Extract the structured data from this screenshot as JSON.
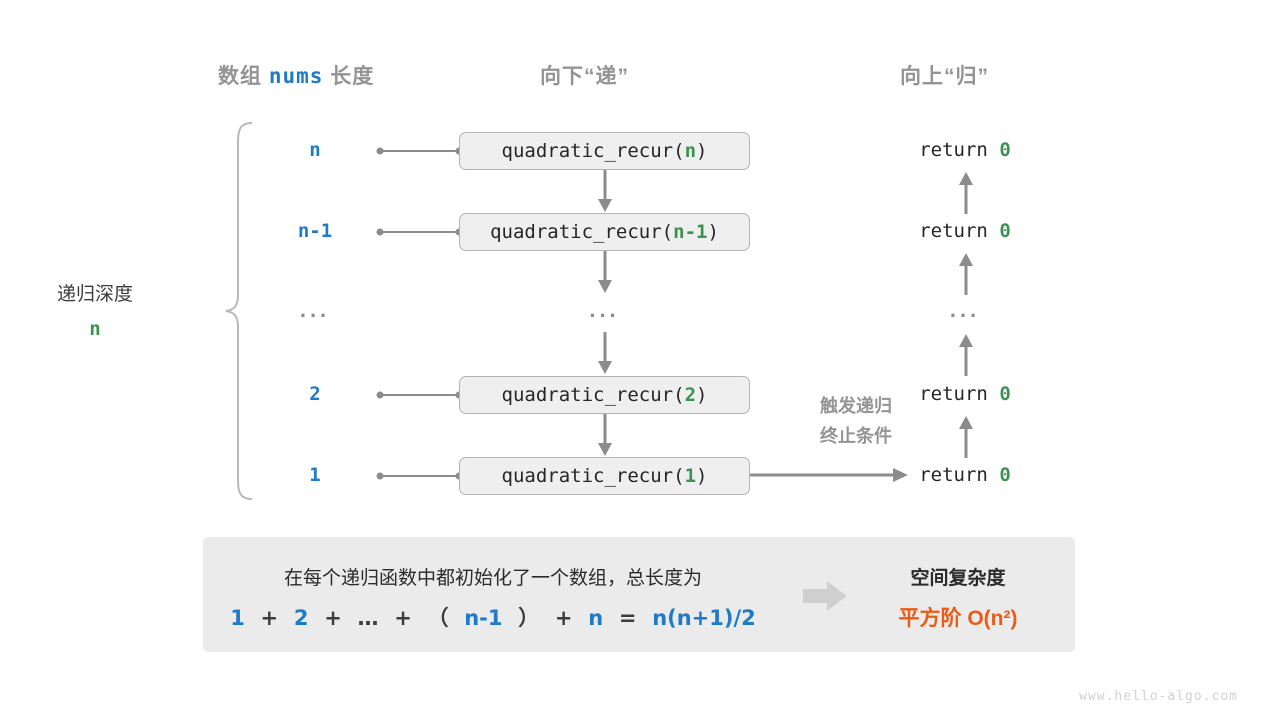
{
  "headers": {
    "left_prefix": "数组",
    "left_mono": "nums",
    "left_suffix": "长度",
    "middle": "向下“递”",
    "right": "向上“归”"
  },
  "depth": {
    "label": "递归深度",
    "value": "n"
  },
  "rows": [
    {
      "size": "n",
      "call_prefix": "quadratic_recur(",
      "call_arg": "n",
      "call_suffix": ")",
      "return_prefix": "return ",
      "return_value": "0"
    },
    {
      "size": "n-1",
      "call_prefix": "quadratic_recur(",
      "call_arg": "n-1",
      "call_suffix": ")",
      "return_prefix": "return ",
      "return_value": "0"
    },
    {
      "size": "...",
      "call_prefix": "...",
      "call_arg": "",
      "call_suffix": "",
      "return_prefix": "...",
      "return_value": ""
    },
    {
      "size": "2",
      "call_prefix": "quadratic_recur(",
      "call_arg": "2",
      "call_suffix": ")",
      "return_prefix": "return ",
      "return_value": "0"
    },
    {
      "size": "1",
      "call_prefix": "quadratic_recur(",
      "call_arg": "1",
      "call_suffix": ")",
      "return_prefix": "return ",
      "return_value": "0"
    }
  ],
  "trigger_note": {
    "line1": "触发递归",
    "line2": "终止条件"
  },
  "panel": {
    "description": "在每个递归函数中都初始化了一个数组，总长度为",
    "formula_parts": [
      {
        "t": "1",
        "c": "blue"
      },
      {
        "t": "+",
        "c": "gray"
      },
      {
        "t": "2",
        "c": "blue"
      },
      {
        "t": "+",
        "c": "gray"
      },
      {
        "t": "…",
        "c": "gray"
      },
      {
        "t": "+",
        "c": "gray"
      },
      {
        "t": "（",
        "c": "gray"
      },
      {
        "t": "n-1",
        "c": "blue"
      },
      {
        "t": "）",
        "c": "gray"
      },
      {
        "t": "+",
        "c": "gray"
      },
      {
        "t": "n",
        "c": "blue"
      },
      {
        "t": "=",
        "c": "gray"
      },
      {
        "t": "n(n+1)/2",
        "c": "blue"
      }
    ],
    "formula_plain": "1 + 2 + … + （n-1） + n = n(n+1)/2",
    "arrow": "right-arrow-icon",
    "result_title": "空间复杂度",
    "result_value": "平方阶  O(n²)"
  },
  "watermark": "www.hello-algo.com",
  "colors": {
    "blue": "#1f7bc8",
    "green": "#3f9153",
    "orange": "#ec5b16",
    "gray": "#949494",
    "box_fill": "#efefef",
    "box_border": "#b4b4b4",
    "panel_bg": "#ebebeb"
  }
}
